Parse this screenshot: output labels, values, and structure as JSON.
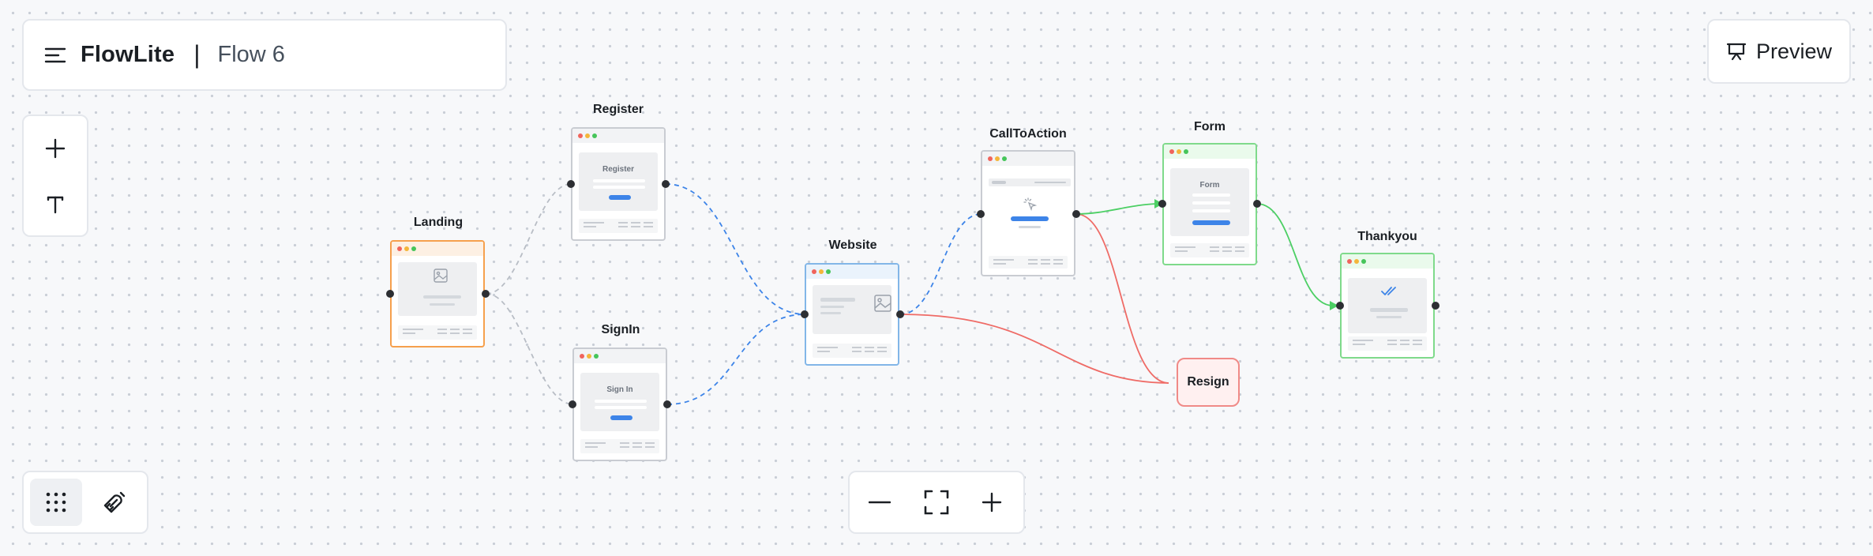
{
  "header": {
    "brand": "FlowLite",
    "separator": "|",
    "flow_name": "Flow 6",
    "menu_icon": "hamburger-menu-icon"
  },
  "preview": {
    "label": "Preview",
    "icon": "presentation-icon"
  },
  "tools": [
    {
      "icon": "plus-icon"
    },
    {
      "icon": "text-icon"
    }
  ],
  "bottom_tools": [
    {
      "icon": "grid-dots-icon",
      "active": true
    },
    {
      "icon": "magnet-icon",
      "active": false
    }
  ],
  "zoom": [
    {
      "icon": "minus-icon"
    },
    {
      "icon": "fit-screen-icon"
    },
    {
      "icon": "plus-icon"
    }
  ],
  "nodes": {
    "landing": {
      "title": "Landing",
      "accent": "#f6a04d"
    },
    "register": {
      "title": "Register",
      "label": "Register",
      "accent": "#c9ccd2"
    },
    "signin": {
      "title": "SignIn",
      "label": "Sign In",
      "accent": "#c9ccd2"
    },
    "website": {
      "title": "Website",
      "accent": "#82b6e8"
    },
    "cta": {
      "title": "CallToAction",
      "accent": "#c9ccd2"
    },
    "form": {
      "title": "Form",
      "label": "Form",
      "accent": "#7fda8b"
    },
    "thankyou": {
      "title": "Thankyou",
      "accent": "#7fda8b"
    },
    "resign": {
      "title": "Resign",
      "accent": "#f08a87"
    }
  },
  "colors": {
    "gray_edge": "#b8bdc5",
    "blue_edge": "#3d84e8",
    "red_edge": "#ef6b66",
    "green_edge": "#4ccf64"
  }
}
